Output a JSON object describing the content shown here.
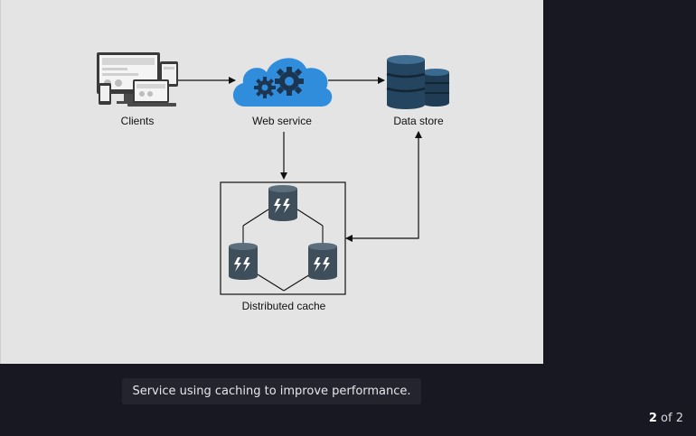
{
  "diagram": {
    "nodes": {
      "clients": "Clients",
      "web_service": "Web service",
      "data_store": "Data store",
      "distributed_cache": "Distributed cache"
    },
    "icons": {
      "clients": "devices-icon",
      "web_service": "cloud-gears-icon",
      "data_store": "database-stack-icon",
      "cache_node": "cache-database-icon"
    },
    "colors": {
      "cloud": "#2f8ddc",
      "database": "#24455f",
      "cache": "#3e4e5a",
      "slide_bg": "#e4e4e4"
    }
  },
  "caption": "Service using caching to improve performance.",
  "pager": {
    "current": "2",
    "separator": "of",
    "total": "2"
  }
}
